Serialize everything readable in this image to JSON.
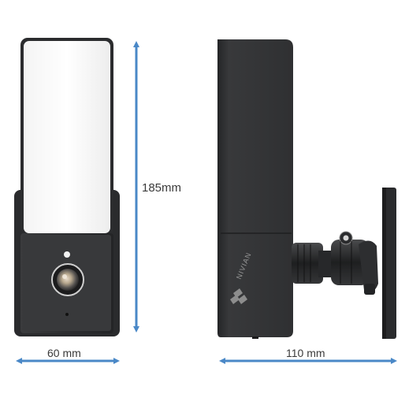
{
  "dimensions": {
    "height": "185mm",
    "width": "60 mm",
    "depth": "110 mm"
  },
  "brand": {
    "logo_text": "NIVIAN"
  },
  "colors": {
    "arrow": "#4a88c7",
    "device_body": "#2b2c2e",
    "light_panel": "#ffffff",
    "side_panel": "#303133"
  },
  "icons": [
    "lens-icon",
    "led-indicator-icon",
    "microphone-icon",
    "nivian-logo-icon",
    "mount-screw-icon"
  ]
}
